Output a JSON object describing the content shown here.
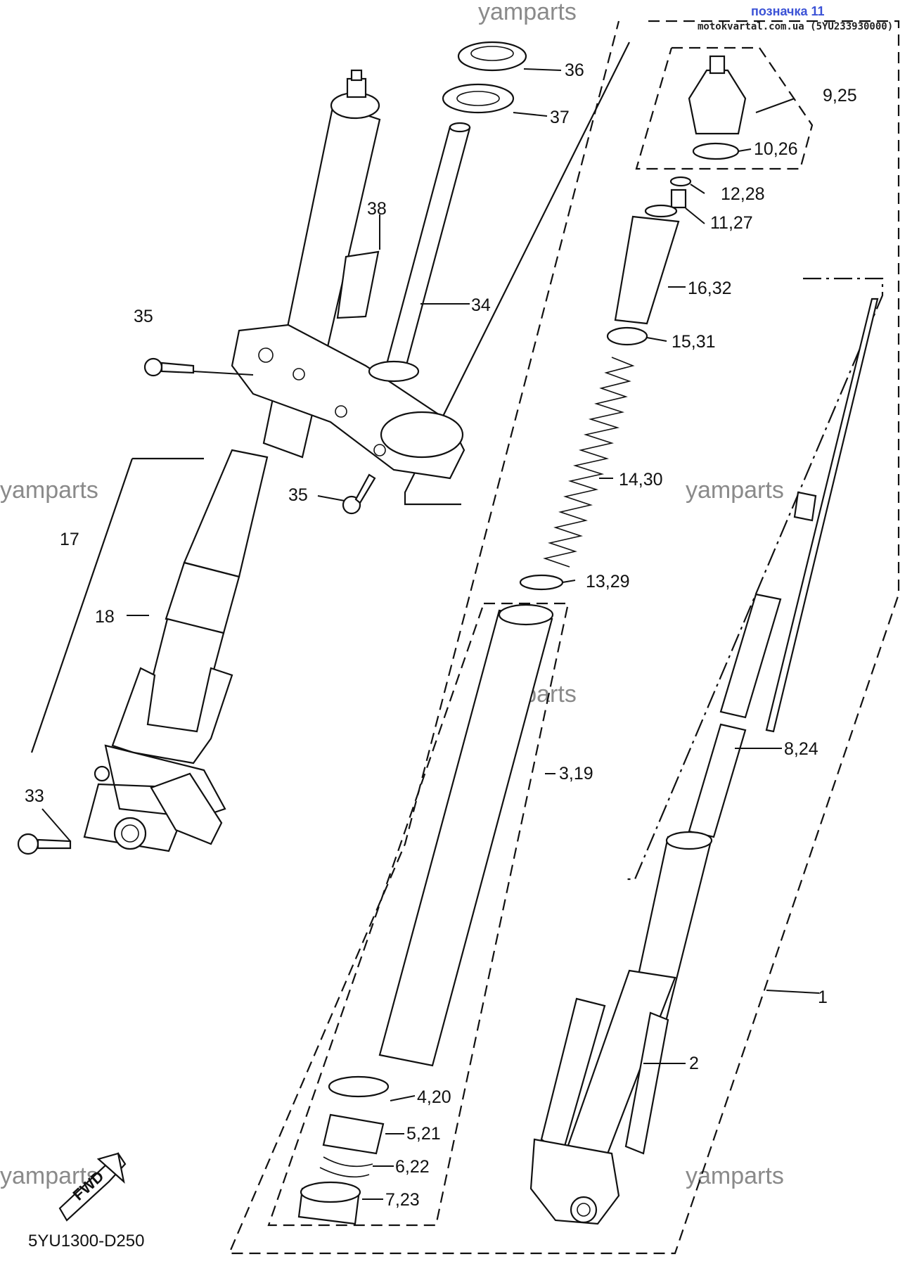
{
  "header": {
    "badge": "позначка 11",
    "site": "motokvartal.com.ua (5YU233930000)"
  },
  "watermarks": [
    "yamparts",
    "yamparts",
    "yamparts",
    "yamparts",
    "yamparts",
    "yamparts"
  ],
  "diagram_code": "5YU1300-D250",
  "fwd_label": "FWD",
  "callouts": {
    "c1": "1",
    "c2": "2",
    "c3_19": "3,19",
    "c4_20": "4,20",
    "c5_21": "5,21",
    "c6_22": "6,22",
    "c7_23": "7,23",
    "c8_24": "8,24",
    "c9_25": "9,25",
    "c10_26": "10,26",
    "c11_27": "11,27",
    "c12_28": "12,28",
    "c13_29": "13,29",
    "c14_30": "14,30",
    "c15_31": "15,31",
    "c16_32": "16,32",
    "c17": "17",
    "c18": "18",
    "c33": "33",
    "c34": "34",
    "c35a": "35",
    "c35b": "35",
    "c36": "36",
    "c37": "37",
    "c38": "38"
  }
}
